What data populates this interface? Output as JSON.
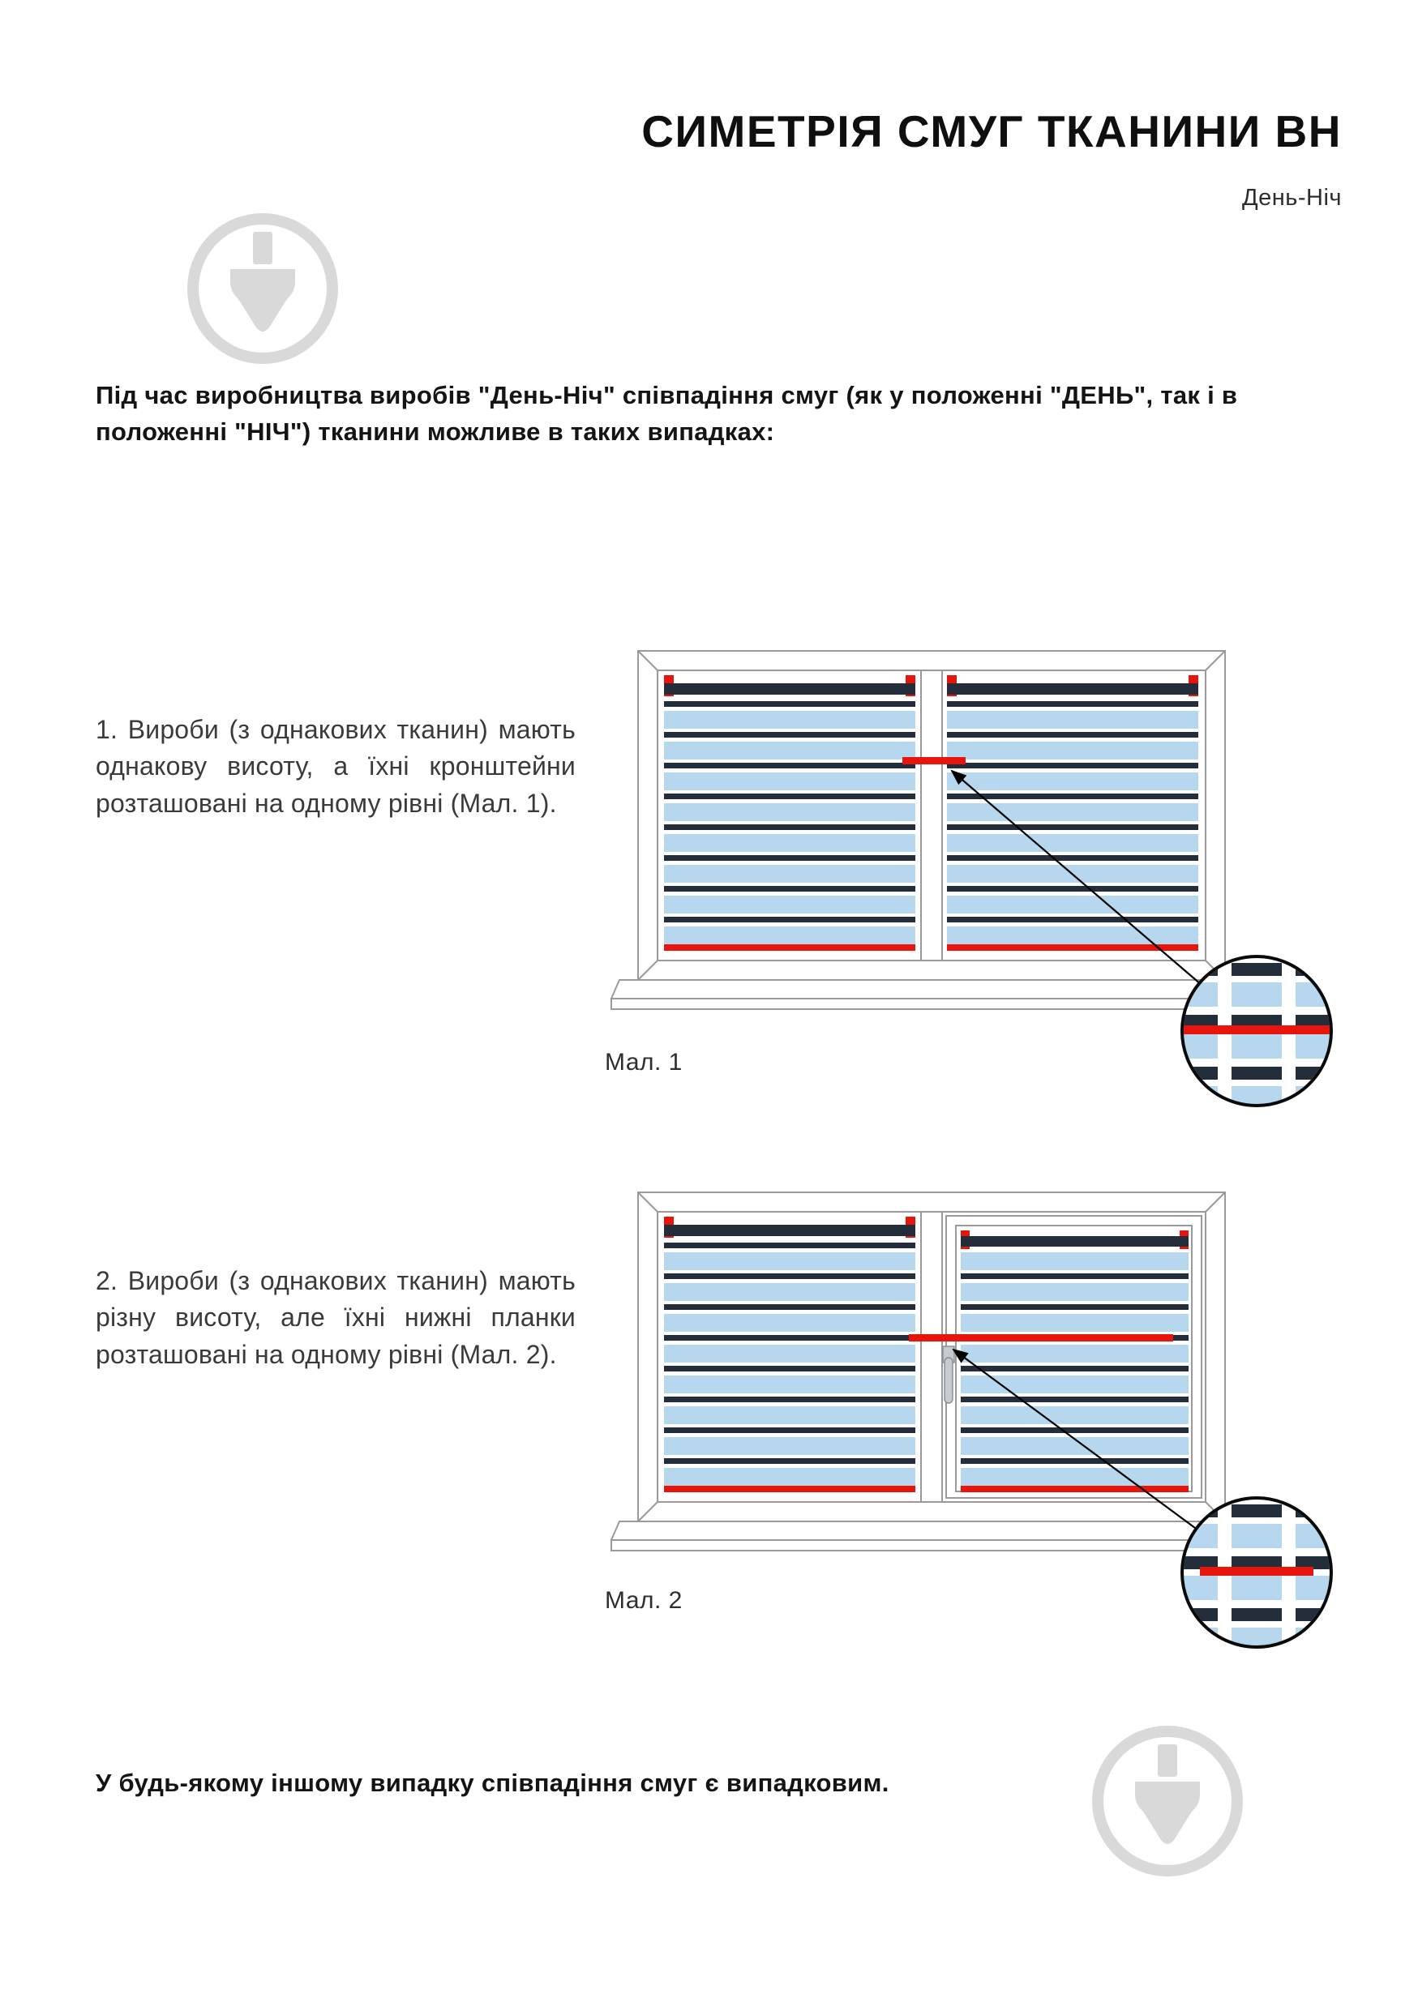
{
  "header": {
    "title": "СИМЕТРІЯ СМУГ ТКАНИНИ ВН",
    "subtitle": "День-Ніч"
  },
  "intro": "Під час виробництва виробів \"День-Ніч\" співпадіння смуг (як у положенні \"ДЕНЬ\", так і в положенні \"НІЧ\") тканини можливе в таких випадках:",
  "cases": [
    {
      "text": "1. Вироби (з однакових тканин) мають однакову висоту, а їхні кронштейни розташовані на одному рівні (Мал. 1).",
      "caption": "Мал. 1"
    },
    {
      "text": "2. Вироби (з однакових тканин) мають різну висоту, але їхні нижні планки розташовані на одному рівні (Мал. 2).",
      "caption": "Мал. 2"
    }
  ],
  "footer_note": "У будь-якому іншому випадку співпадіння смуг є випадковим.",
  "icons": {
    "watermark": "brand-watermark-icon",
    "zoom_detail": "zoom-detail-circle",
    "arrow": "pointer-arrow",
    "bracket": "blind-bracket-icon",
    "handle": "window-handle-icon"
  },
  "colors": {
    "accent_red": "#e8150d",
    "stripe_dark": "#242e3a",
    "stripe_blue": "#b6d7ee",
    "frame_gray": "#9a9a9a",
    "watermark_gray": "#d9d9d9",
    "text_black": "#1a1a1a"
  }
}
